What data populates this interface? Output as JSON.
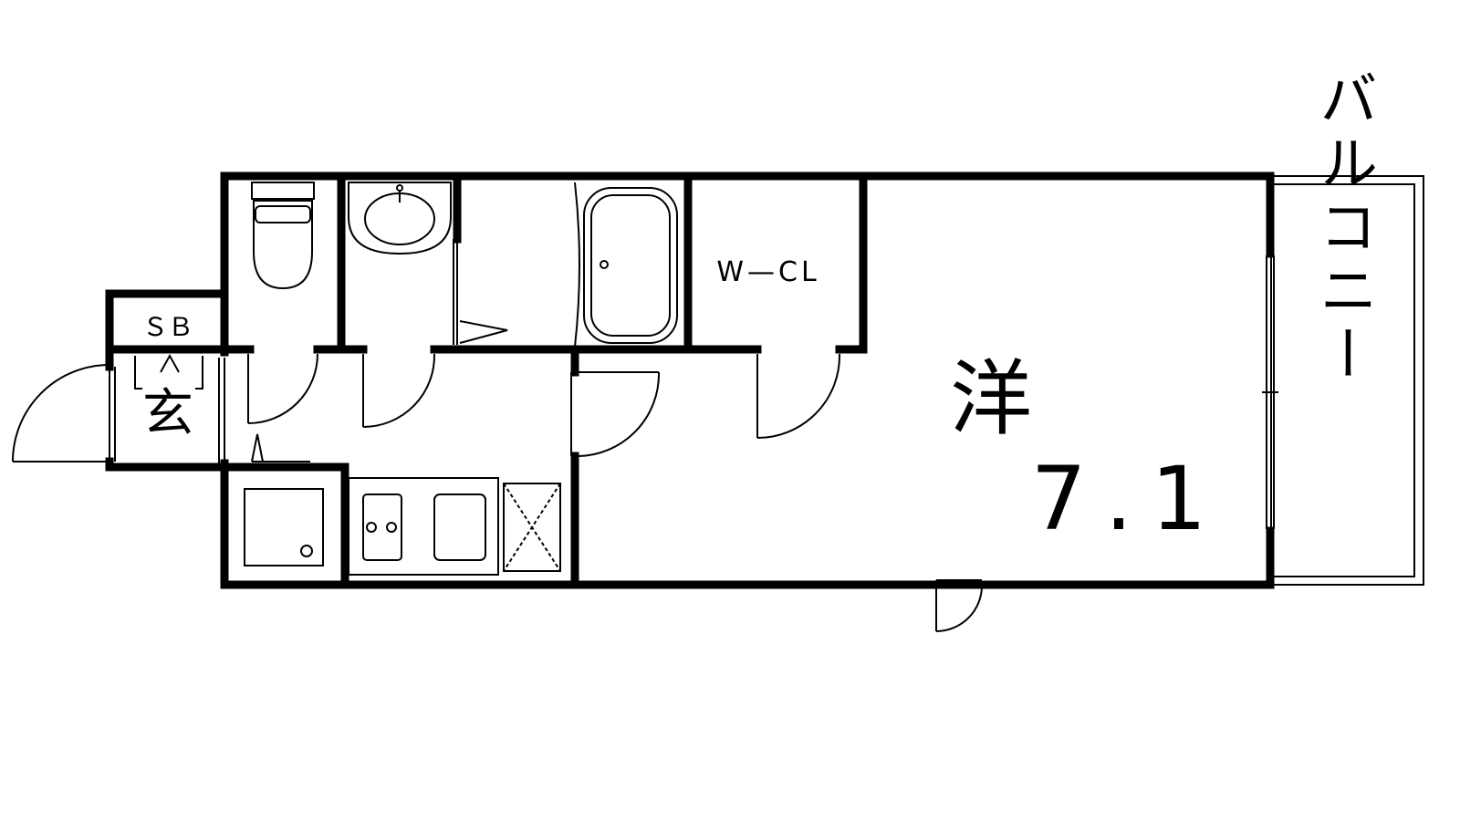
{
  "floorplan": {
    "rooms": {
      "shoe_box": "ＳＢ",
      "entrance": "玄",
      "walk_in_closet": "W—CL",
      "western_room": "洋",
      "western_room_size": "7.1",
      "balcony": "バルコニー"
    },
    "colors": {
      "wall": "#000000",
      "background": "#ffffff"
    }
  }
}
